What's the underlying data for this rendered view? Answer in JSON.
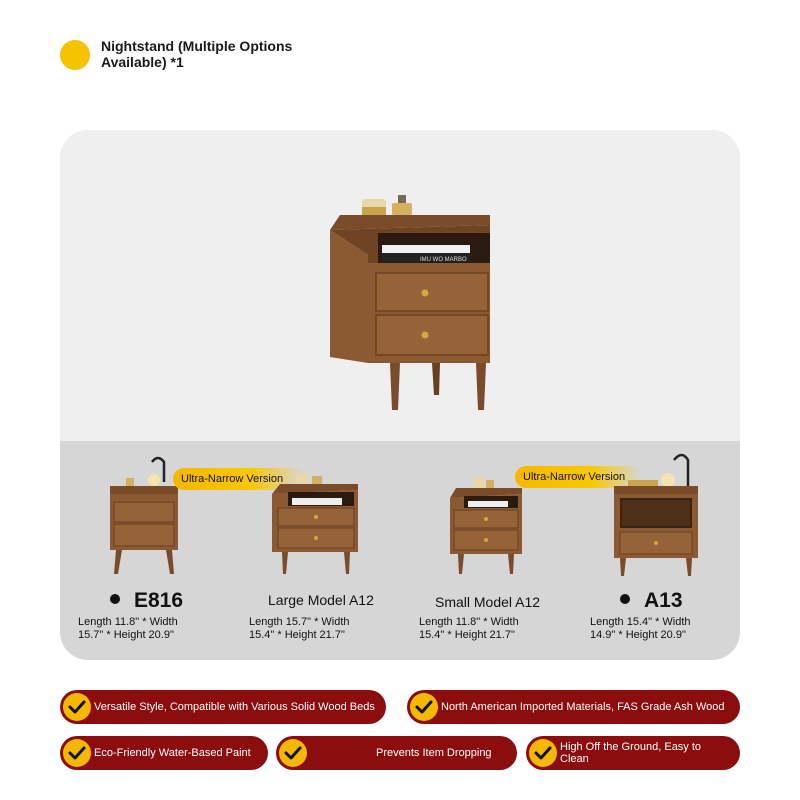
{
  "header": {
    "title": "Nightstand (Multiple Options Available) *1"
  },
  "hero": {
    "book_spine": "IMU WO MARBO"
  },
  "models": [
    {
      "name": "E816",
      "bullet": true,
      "badge": "Ultra-Narrow Version",
      "dims_line1": "Length 11.8\" * Width",
      "dims_line2": "15.7\" * Height 20.9\""
    },
    {
      "name": "Large Model A12",
      "bullet": false,
      "badge": "",
      "dims_line1": "Length 15.7\" * Width",
      "dims_line2": "15.4\" * Height 21.7\""
    },
    {
      "name": "Small Model A12",
      "bullet": false,
      "badge": "Ultra-Narrow Version",
      "dims_line1": "Length 11.8\" * Width",
      "dims_line2": "15.4\" * Height 21.7\""
    },
    {
      "name": "A13",
      "bullet": true,
      "badge": "",
      "dims_line1": "Length 15.4\" * Width",
      "dims_line2": "14.9\" * Height 20.9\""
    }
  ],
  "features": [
    "Versatile Style, Compatible with Various Solid Wood Beds",
    "North American Imported Materials, FAS Grade Ash Wood",
    "Eco-Friendly Water-Based Paint",
    "Prevents Item Dropping",
    "High Off the Ground, Easy to Clean"
  ],
  "colors": {
    "accent_yellow": "#f5c400",
    "feature_red": "#8b0d0d",
    "wood": "#8a5a34"
  }
}
